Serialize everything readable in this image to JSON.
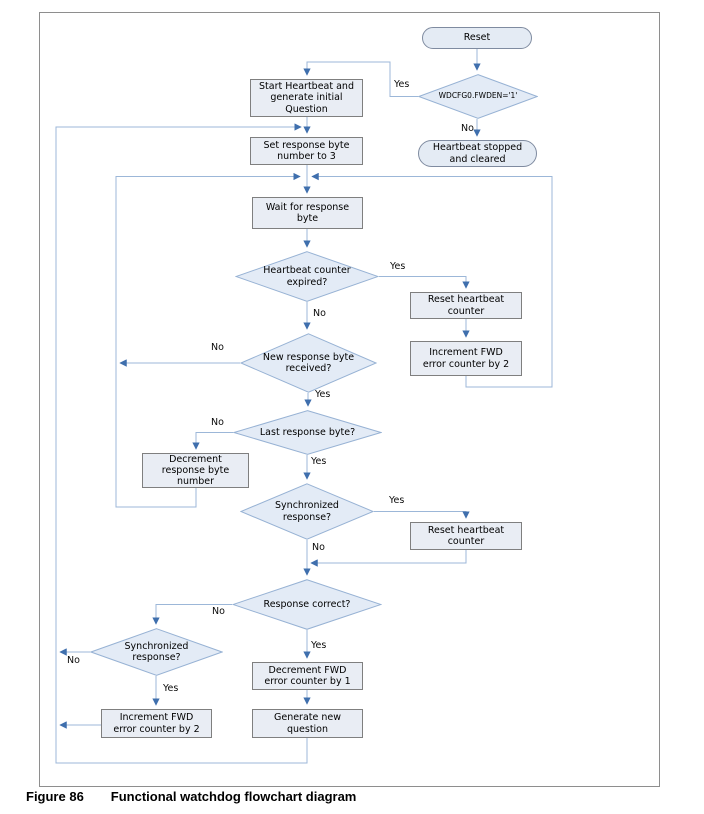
{
  "caption": {
    "label": "Figure 86",
    "title": "Functional watchdog flowchart diagram"
  },
  "flowchart": {
    "nodes": {
      "reset": "Reset",
      "fwden_check": "WDCFG0.FWDEN='1'",
      "heartbeat_stopped": "Heartbeat stopped\nand cleared",
      "start_heartbeat": "Start Heartbeat and\ngenerate initial\nQuestion",
      "set_response_byte": "Set response byte\nnumber to 3",
      "wait_response_byte": "Wait for response\nbyte",
      "heartbeat_expired": "Heartbeat counter\nexpired?",
      "reset_heartbeat_top": "Reset heartbeat\ncounter",
      "increment_fwd_top": "Increment FWD\nerror counter by 2",
      "new_response_received": "New response byte\nreceived?",
      "last_response_byte": "Last response byte?",
      "decrement_response_byte": "Decrement\nresponse byte\nnumber",
      "synchronized_mid": "Synchronized\nresponse?",
      "reset_heartbeat_mid": "Reset heartbeat\ncounter",
      "response_correct": "Response correct?",
      "synchronized_bottom": "Synchronized\nresponse?",
      "increment_fwd_bottom": "Increment FWD\nerror counter by 2",
      "decrement_fwd": "Decrement FWD\nerror counter by 1",
      "generate_new_question": "Generate new\nquestion"
    },
    "branch_labels": {
      "yes": "Yes",
      "no": "No"
    }
  },
  "colors": {
    "connector_line": "#9cb7d8",
    "arrowhead": "#3f6fad",
    "process_fill": "#e9edf4",
    "process_border": "#7f7f7f",
    "decision_fill": "#e3ebf6",
    "decision_border": "#97b2d4",
    "terminator_fill": "#e4ebf4",
    "page_border": "#8e8e8e"
  }
}
